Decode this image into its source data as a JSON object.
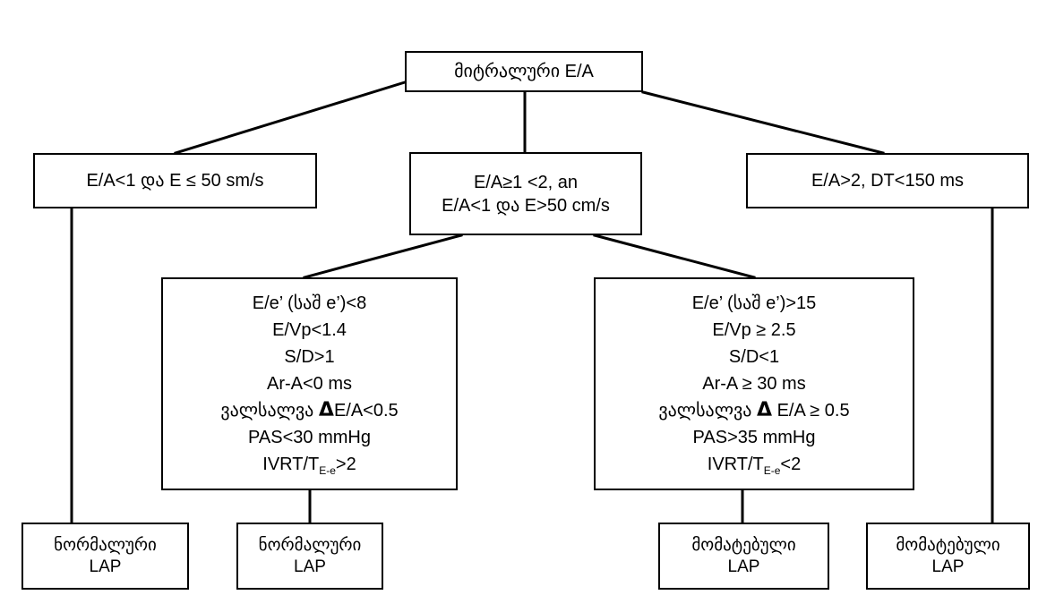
{
  "diagram": {
    "root": {
      "label": "მიტრალური E/A"
    },
    "branches": {
      "left": {
        "label": "E/A<1 და E ≤ 50 sm/s"
      },
      "middle": {
        "lines": [
          "E/A≥1 <2, an",
          "E/A<1 და E>50 cm/s"
        ]
      },
      "right": {
        "label": "E/A>2, DT<150 ms"
      }
    },
    "criteria_left": {
      "lines": [
        "E/e’ (საშ e’)<8",
        "E/Vp<1.4",
        "S/D>1",
        "Ar-A<0 ms"
      ],
      "valsalva_word": "ვალსალვა",
      "delta_symbol": "Δ",
      "valsalva_value": "E/A<0.5",
      "pas": "PAS<30 mmHg",
      "ivrt_prefix": "IVRT/T",
      "ivrt_sub": "E-e",
      "ivrt_suffix": ">2"
    },
    "criteria_right": {
      "lines": [
        "E/e’ (საშ e’)>15",
        "E/Vp ≥ 2.5",
        "S/D<1",
        "Ar-A ≥ 30 ms"
      ],
      "valsalva_word": "ვალსალვა",
      "delta_symbol": "Δ",
      "valsalva_value": "E/A ≥ 0.5",
      "pas": "PAS>35 mmHg",
      "ivrt_prefix": "IVRT/T",
      "ivrt_sub": "E-e",
      "ivrt_suffix": "<2"
    },
    "outcomes": [
      {
        "line1": "ნორმალური",
        "line2": "LAP"
      },
      {
        "line1": "ნორმალური",
        "line2": "LAP"
      },
      {
        "line1": "მომატებული",
        "line2": "LAP"
      },
      {
        "line1": "მომატებული",
        "line2": "LAP"
      }
    ]
  }
}
